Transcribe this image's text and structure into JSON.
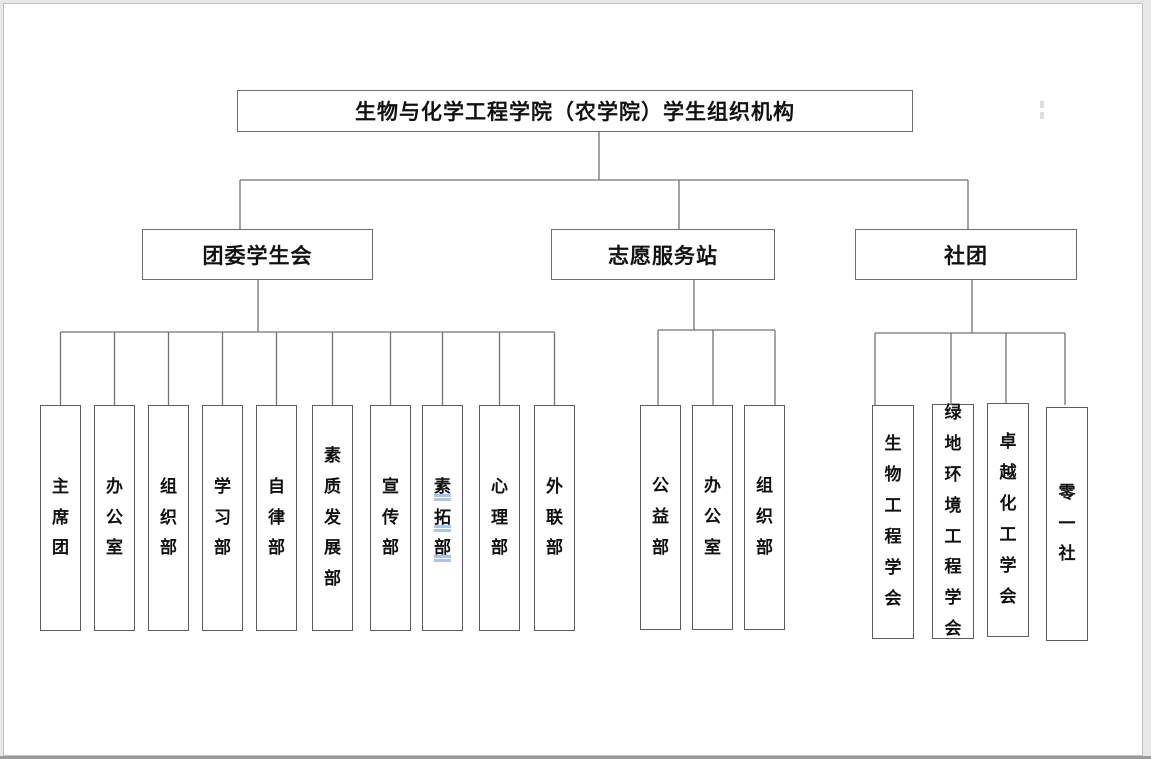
{
  "org": {
    "root": {
      "label": "生物与化学工程学院（农学院）学生组织机构"
    },
    "groups": [
      {
        "label": "团委学生会",
        "children": [
          "主席团",
          "办公室",
          "组织部",
          "学习部",
          "自律部",
          "素质发展部",
          "宣传部",
          "素拓部",
          "心理部",
          "外联部"
        ]
      },
      {
        "label": "志愿服务站",
        "children": [
          "公益部",
          "办公室",
          "组织部"
        ]
      },
      {
        "label": "社团",
        "children": [
          "生物工程学会",
          "绿地环境工程学会",
          "卓越化工学会",
          "零一社"
        ]
      }
    ],
    "spellcheck_marked_label": "素拓部"
  },
  "colors": {
    "connector_line": "#737373",
    "box_border": "#5d5d5d",
    "spellcheck_underline": "#adc3ea",
    "page_border": "#c2c2c2",
    "page_background": "#ffffff"
  }
}
